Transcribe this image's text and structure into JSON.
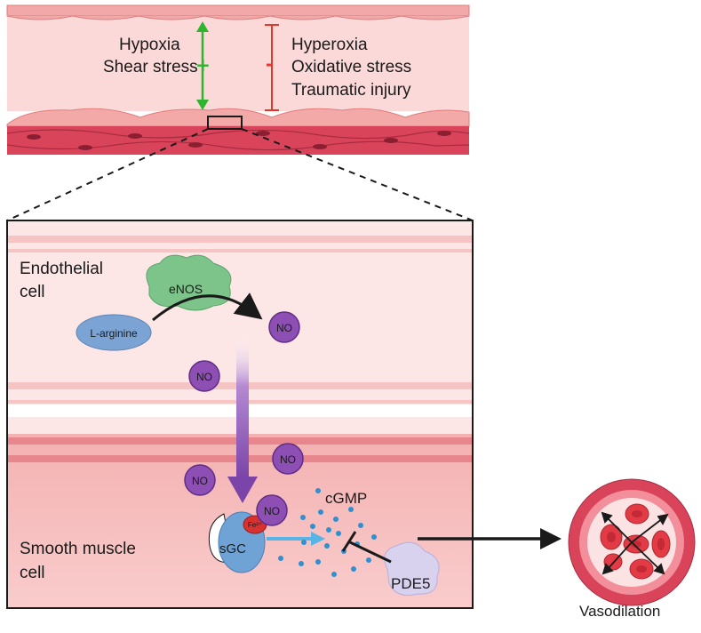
{
  "vessel": {
    "promoters": [
      "Hypoxia",
      "Shear stress"
    ],
    "promoter_sign": "+",
    "inhibitors": [
      "Hyperoxia",
      "Oxidative stress",
      "Traumatic injury"
    ],
    "inhibitor_sign": "-",
    "promoter_color": "#2db52d",
    "inhibitor_color": "#e0392b"
  },
  "detail": {
    "endothelial_label_line1": "Endothelial",
    "endothelial_label_line2": "cell",
    "smooth_label_line1": "Smooth muscle",
    "smooth_label_line2": "cell",
    "enzyme": "eNOS",
    "substrate": "L-arginine",
    "no": "NO",
    "sgc": "sGC",
    "iron": "Fe²⁺",
    "cgmp": "cGMP",
    "pde5": "PDE5"
  },
  "outcome": {
    "label": "Vasodilation"
  },
  "colors": {
    "no_fill": "#8e4fb5",
    "arrow_purple": "#7a44a8",
    "cgmp_dot": "#2f8fcf",
    "sgc_blue": "#6fa3d6",
    "enos_green": "#7cc48a",
    "larginine_blue": "#7ba3d4",
    "pde5_lilac": "#d9d2ee"
  }
}
